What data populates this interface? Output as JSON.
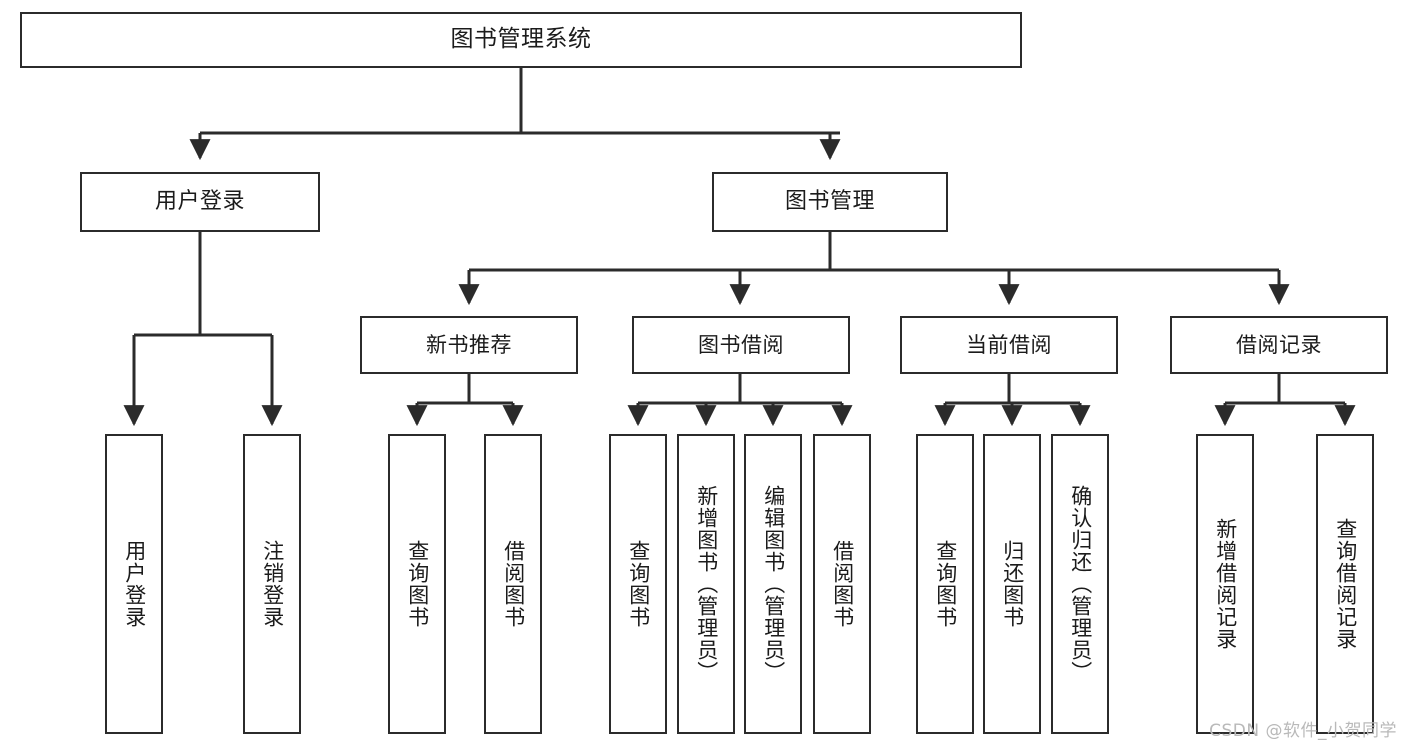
{
  "diagram": {
    "title": "图书管理系统",
    "type": "tree-hierarchy-diagram",
    "colors": {
      "box_border": "#2b2b2b",
      "box_fill": "#ffffff",
      "connector": "#2b2b2b",
      "text": "#1b1b1b",
      "watermark": "#b9b9b9"
    },
    "root": {
      "label": "图书管理系统"
    },
    "level1": [
      {
        "label": "用户登录"
      },
      {
        "label": "图书管理"
      }
    ],
    "level2": [
      {
        "label": "新书推荐"
      },
      {
        "label": "图书借阅"
      },
      {
        "label": "当前借阅"
      },
      {
        "label": "借阅记录"
      }
    ],
    "leaves": {
      "user_login": [
        {
          "label": "用户登录"
        },
        {
          "label": "注销登录"
        }
      ],
      "new_book_recommend": [
        {
          "label": "查询图书"
        },
        {
          "label": "借阅图书"
        }
      ],
      "book_borrow": [
        {
          "label": "查询图书"
        },
        {
          "label": "新增图书（管理员）"
        },
        {
          "label": "编辑图书（管理员）"
        },
        {
          "label": "借阅图书"
        }
      ],
      "current_borrow": [
        {
          "label": "查询图书"
        },
        {
          "label": "归还图书"
        },
        {
          "label": "确认归还（管理员）"
        }
      ],
      "borrow_record": [
        {
          "label": "新增借阅记录"
        },
        {
          "label": "查询借阅记录"
        }
      ]
    }
  },
  "watermark": {
    "text": "CSDN @软件_小贺同学"
  }
}
